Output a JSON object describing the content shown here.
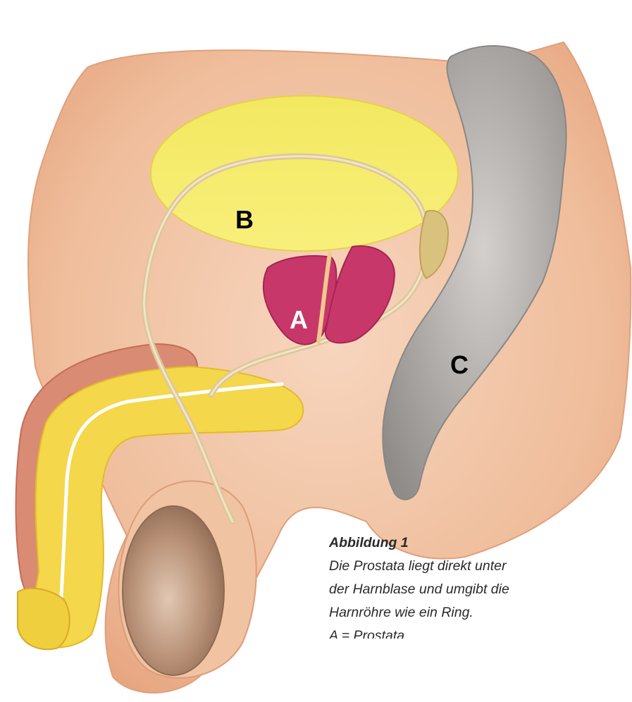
{
  "labels": {
    "prostate": "A",
    "bladder": "B",
    "rectum": "C"
  },
  "caption": {
    "title": "Abbildung 1",
    "lines": [
      "Die Prostata liegt direkt unter",
      "der Harnblase und umgibt die",
      "Harnröhre wie ein Ring.",
      "A = Prostata"
    ]
  },
  "colors": {
    "tissue": "#f2c2a0",
    "tissue_dark": "#e3a27e",
    "bladder": "#f7ec6a",
    "prostate": "#c8376a",
    "rectum": "#a9a6a3",
    "urethra": "#ffffff",
    "duct": "#d8c49a",
    "testis": "#b89177",
    "penis_yellow": "#f5d94a",
    "penis_red": "#d97766"
  }
}
